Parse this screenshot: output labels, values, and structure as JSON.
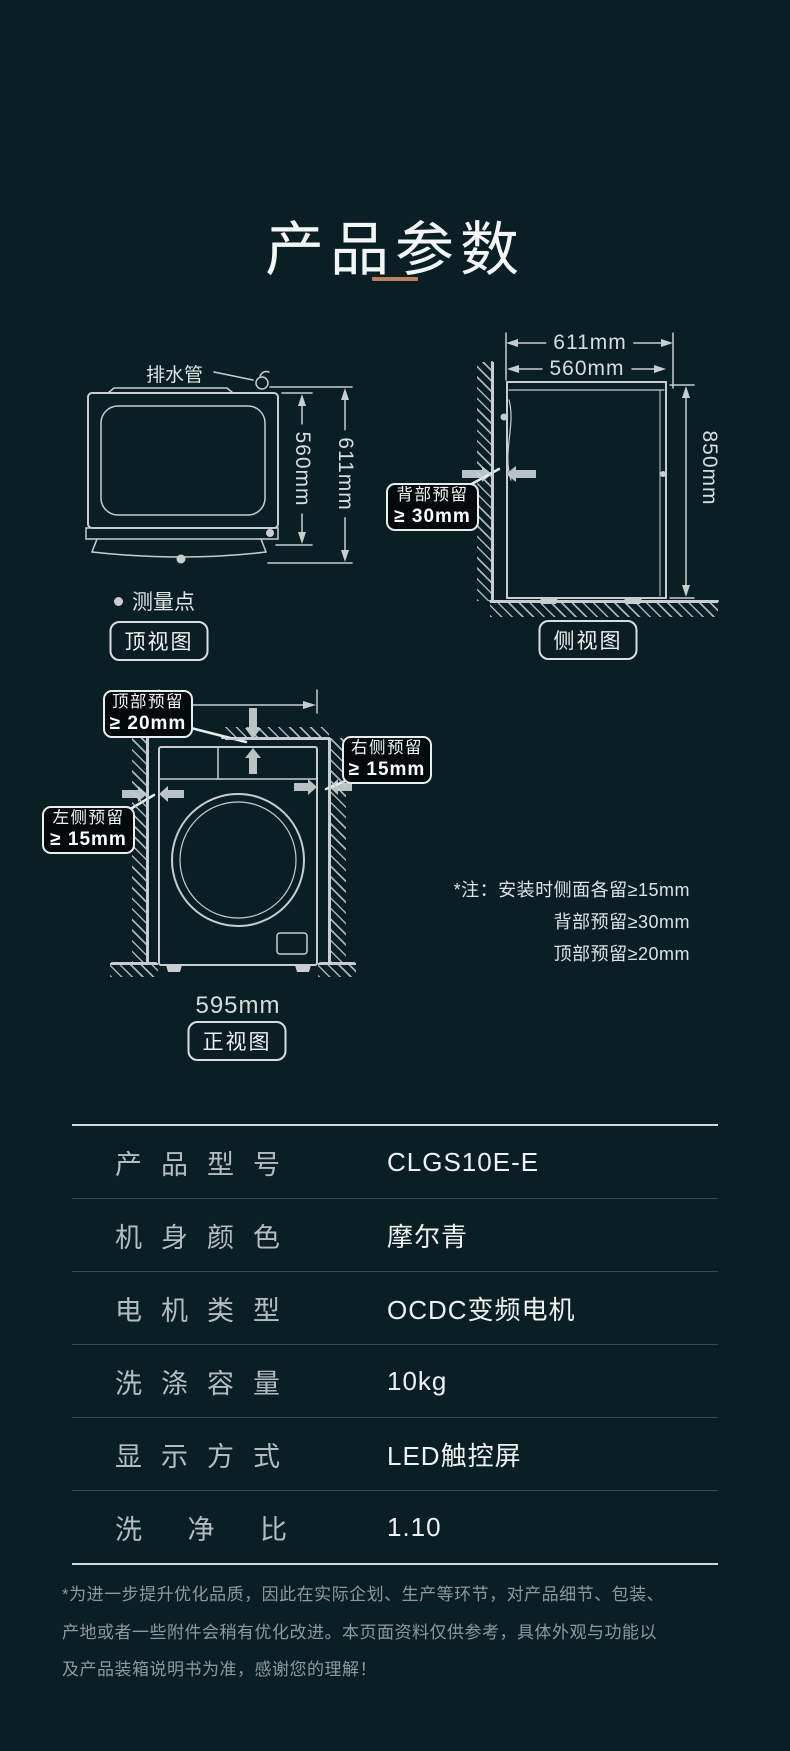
{
  "title": "产品参数",
  "diagrams": {
    "top_view": {
      "view_label": "顶视图",
      "drain_label": "排水管",
      "measure_point_label": "测量点",
      "inner_depth": "560mm",
      "outer_depth": "611mm"
    },
    "side_view": {
      "view_label": "侧视图",
      "outer_width": "611mm",
      "inner_width": "560mm",
      "height": "850mm",
      "back_reserve": {
        "line1": "背部预留",
        "line2": "≥ 30mm"
      }
    },
    "front_view": {
      "view_label": "正视图",
      "width": "595mm",
      "top_reserve": {
        "line1": "顶部预留",
        "line2": "≥ 20mm"
      },
      "right_reserve": {
        "line1": "右侧预留",
        "line2": "≥ 15mm"
      },
      "left_reserve": {
        "line1": "左侧预留",
        "line2": "≥ 15mm"
      }
    },
    "note": {
      "line1": "*注：安装时侧面各留≥15mm",
      "line2": "背部预留≥30mm",
      "line3": "顶部预留≥20mm"
    }
  },
  "table": {
    "rows": [
      {
        "label": "产品型号",
        "value": "CLGS10E-E"
      },
      {
        "label": "机身颜色",
        "value": "摩尔青"
      },
      {
        "label": "电机类型",
        "value": "OCDC变频电机"
      },
      {
        "label": "洗涤容量",
        "value": "10kg"
      },
      {
        "label": "显示方式",
        "value": "LED触控屏"
      },
      {
        "label": "洗 净 比",
        "value": "1.10"
      }
    ]
  },
  "footer": {
    "lines": [
      "*为进一步提升优化品质，因此在实际企划、生产等环节，对产品细节、包装、",
      "产地或者一些附件会稍有优化改进。本页面资料仅供参考，具体外观与功能以",
      "及产品装箱说明书为准，感谢您的理解！"
    ]
  },
  "colors": {
    "background": "#0a1f23",
    "accent_underline": "#bd7f60",
    "line": "#c6ced0",
    "callout_border": "#e8eeee",
    "table_label": "#b3bdbf",
    "table_value": "#eef2f2"
  }
}
